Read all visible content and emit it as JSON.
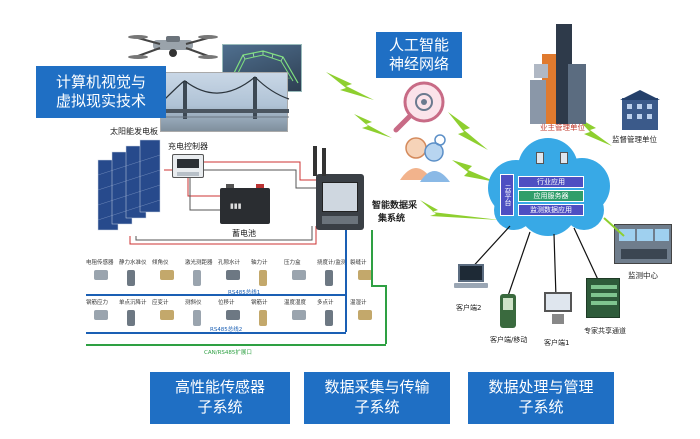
{
  "boxes": {
    "cv_vr": [
      "计算机视觉与",
      "虚拟现实技术"
    ],
    "ann": [
      "人工智能",
      "神经网络"
    ],
    "sensor_sub": [
      "高性能传感器",
      "子系统"
    ],
    "daq_sub": [
      "数据采集与传输",
      "子系统"
    ],
    "proc_sub": [
      "数据处理与管理",
      "子系统"
    ]
  },
  "labels": {
    "solar_panel": "太阳能发电板",
    "charge_controller": "充电控制器",
    "battery": "蓄电池",
    "daq_system": [
      "智能数据采",
      "集系统"
    ],
    "owner_unit": "业主管理单位",
    "supervision_unit": "监督管理单位",
    "monitor_center": "监测中心",
    "client2": "客户端2",
    "client_mobile": "客户端/移动",
    "client1": "客户端1",
    "expert_channel": "专家共享通道"
  },
  "cloud_stack": {
    "side_label": "云平台",
    "layers": [
      "行业应用",
      "应用服务器",
      "监测数据应用"
    ]
  },
  "sensors": {
    "row1": [
      "电阻传感器",
      "静力水准仪",
      "倾角仪",
      "激光测距器",
      "孔隙水计",
      "轴力计",
      "压力盒",
      "挠度计/监测",
      "裂缝计"
    ],
    "row2": [
      "钢筋应力",
      "单点沉降计",
      "应变计",
      "测斜仪",
      "位移计",
      "钢筋计",
      "温度湿度",
      "多点计",
      "温湿计"
    ],
    "bus1": "RS485总线1",
    "bus2": "RS485总线2",
    "bus3": "CAN/RS485扩展口"
  },
  "colors": {
    "box_blue": "#1f6fc4",
    "bus_blue": "#1a5fb4",
    "bus_green": "#2ea043",
    "lightning": "#8ecf2f",
    "cloud": "#38a9e6",
    "stack": "#4e4fc2"
  }
}
